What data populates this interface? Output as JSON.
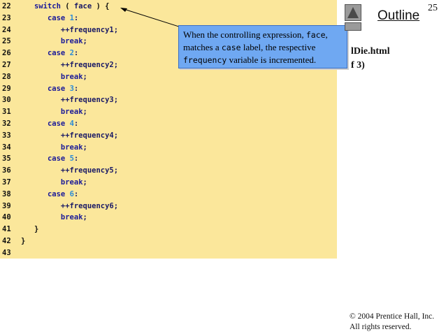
{
  "slide": {
    "page_number": "25",
    "outline_label": "Outline",
    "file_name": "lDie.html",
    "file_part": "f 3)"
  },
  "callout": {
    "text_1": "When the controlling expression, ",
    "code_1": "face",
    "text_2": ", matches a ",
    "code_2": "case",
    "text_3": " label, the respective ",
    "code_3": "frequency",
    "text_4": " variable is incremented."
  },
  "code": {
    "lines": [
      {
        "n": "22",
        "text": "   switch ( face ) {"
      },
      {
        "n": "23",
        "text": "      case 1:"
      },
      {
        "n": "24",
        "text": "         ++frequency1;"
      },
      {
        "n": "25",
        "text": "         break;"
      },
      {
        "n": "26",
        "text": "      case 2:"
      },
      {
        "n": "27",
        "text": "         ++frequency2;"
      },
      {
        "n": "28",
        "text": "         break;"
      },
      {
        "n": "29",
        "text": "      case 3:"
      },
      {
        "n": "30",
        "text": "         ++frequency3;"
      },
      {
        "n": "31",
        "text": "         break;"
      },
      {
        "n": "32",
        "text": "      case 4:"
      },
      {
        "n": "33",
        "text": "         ++frequency4;"
      },
      {
        "n": "34",
        "text": "         break;"
      },
      {
        "n": "35",
        "text": "      case 5:"
      },
      {
        "n": "36",
        "text": "         ++frequency5;"
      },
      {
        "n": "37",
        "text": "         break;"
      },
      {
        "n": "38",
        "text": "      case 6:"
      },
      {
        "n": "39",
        "text": "         ++frequency6;"
      },
      {
        "n": "40",
        "text": "         break;"
      },
      {
        "n": "41",
        "text": "   }"
      },
      {
        "n": "42",
        "text": "}"
      },
      {
        "n": "43",
        "text": ""
      }
    ]
  },
  "footer": {
    "copyright": "© 2004 Prentice Hall, Inc.",
    "rights": "All rights reserved."
  },
  "colors": {
    "code_background": "#fbe79b",
    "callout_background": "#6fa8f2",
    "keyword": "#1a1a99",
    "number": "#2a8bd8"
  }
}
